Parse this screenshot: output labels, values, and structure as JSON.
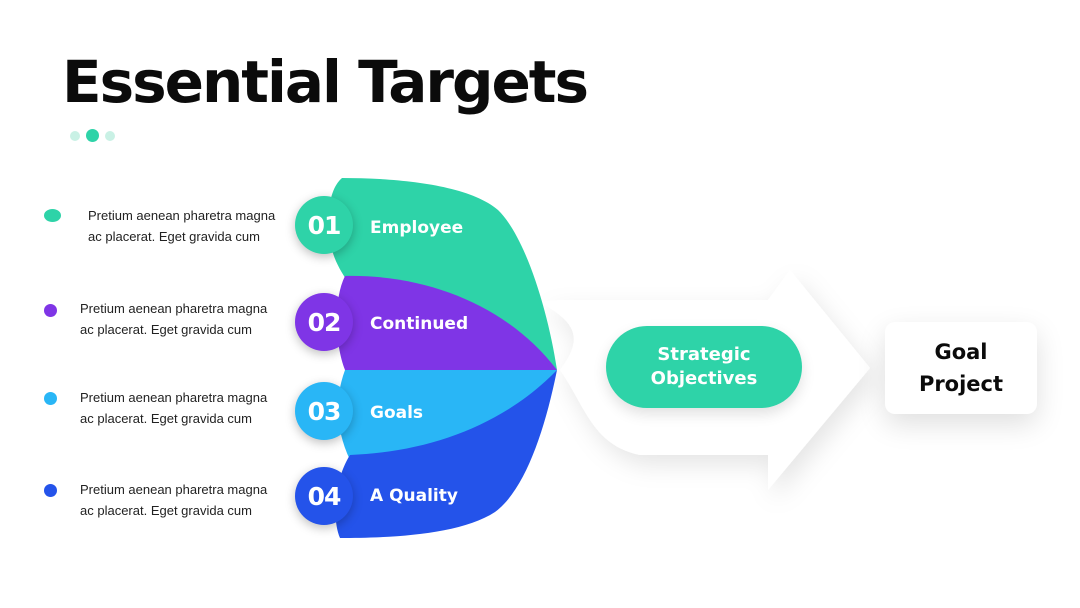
{
  "title": "Essential Targets",
  "colors": {
    "teal": "#2ed3a8",
    "purple": "#7f35e6",
    "sky": "#29b6f6",
    "blue": "#2453ea",
    "dot_light": "#c9f1e5"
  },
  "bullets": [
    {
      "text": "Pretium aenean pharetra magna ac placerat. Eget gravida cum",
      "color": "#2ed3a8"
    },
    {
      "text": "Pretium aenean pharetra magna ac placerat. Eget gravida cum",
      "color": "#7f35e6"
    },
    {
      "text": "Pretium aenean pharetra magna ac placerat. Eget gravida cum",
      "color": "#29b6f6"
    },
    {
      "text": "Pretium aenean pharetra magna ac placerat. Eget gravida cum",
      "color": "#2453ea"
    }
  ],
  "steps": [
    {
      "number": "01",
      "label": "Employee"
    },
    {
      "number": "02",
      "label": "Continued"
    },
    {
      "number": "03",
      "label": "Goals"
    },
    {
      "number": "04",
      "label": "A Quality"
    }
  ],
  "center": {
    "line1": "Strategic",
    "line2": "Objectives"
  },
  "goal": {
    "line1": "Goal",
    "line2": "Project"
  }
}
